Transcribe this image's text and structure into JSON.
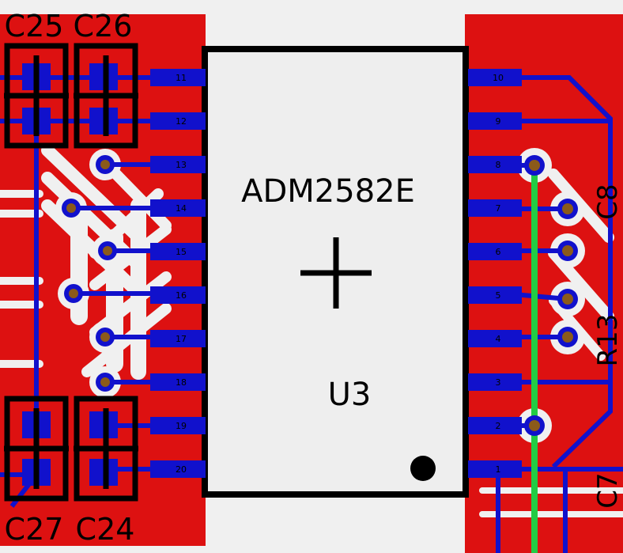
{
  "colors": {
    "background": "#f0f0f0",
    "copper_top": "#dd1111",
    "copper_bottom": "#1111cc",
    "silkscreen": "#000000",
    "via_core": "#8b5a1a",
    "highlight_net": "#22cc44",
    "component_body": "#eeeeee"
  },
  "chip": {
    "name": "ADM2582E",
    "designator": "U3",
    "pins_left": [
      "11",
      "12",
      "13",
      "14",
      "15",
      "16",
      "17",
      "18",
      "19",
      "20"
    ],
    "pins_right": [
      "10",
      "9",
      "8",
      "7",
      "6",
      "5",
      "4",
      "3",
      "2",
      "1"
    ]
  },
  "capacitors": [
    {
      "label": "C25"
    },
    {
      "label": "C26"
    },
    {
      "label": "C27"
    },
    {
      "label": "C24"
    }
  ],
  "side_labels": {
    "c8": "C8",
    "r13": "R13",
    "c7": "C7"
  }
}
